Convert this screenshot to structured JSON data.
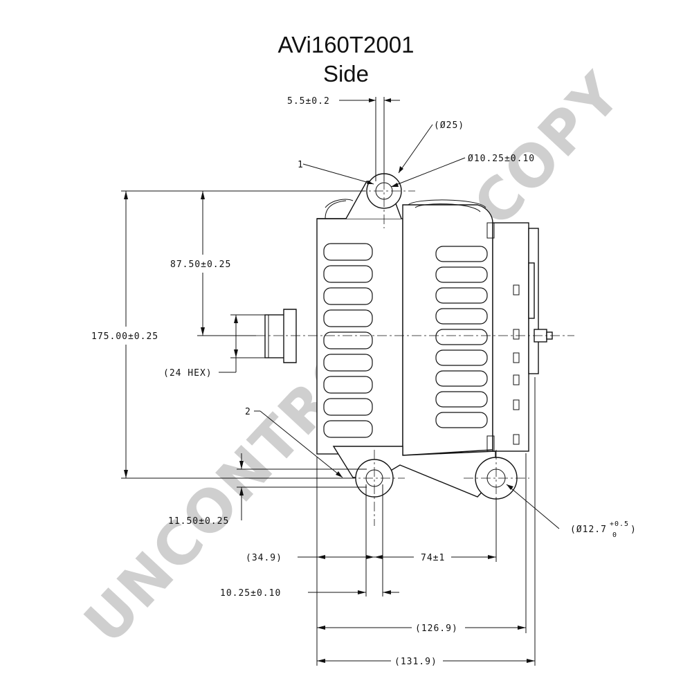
{
  "title": "AVi160T2001",
  "subtitle": "Side",
  "watermark": "UNCONTROLLED COPY",
  "dimensions": {
    "top_offset": "5.5±0.2",
    "boss_dia": "(Ø25)",
    "hole_dia_top": "Ø10.25±0.10",
    "callout_1": "1",
    "callout_2": "2",
    "half_height": "87.50±0.25",
    "full_height": "175.00±0.25",
    "hex": "(24 HEX)",
    "foot_offset": "11.50±0.25",
    "rear_hole_dia": "(Ø12.7",
    "rear_hole_tol_upper": "+0.5",
    "rear_hole_tol_lower": "0",
    "rear_hole_close": ")",
    "front_offset": "(34.9)",
    "hole_spacing": "74±1",
    "hole_dia_bottom": "10.25±0.10",
    "overall_126": "(126.9)",
    "overall_131": "(131.9)"
  },
  "colors": {
    "line": "#111111",
    "watermark": "#cfcfcf"
  }
}
